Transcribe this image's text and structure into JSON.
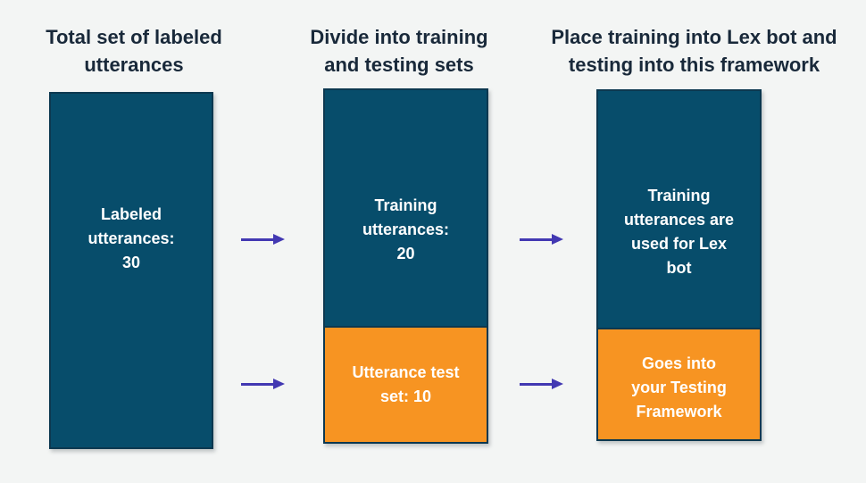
{
  "diagram": {
    "title_context": "Utterance train/test split flow for Lex bot testing framework",
    "columns": [
      {
        "header": "Total set of labeled\nutterances",
        "segments": [
          {
            "kind": "blue",
            "text": "Labeled\nutterances:\n30"
          }
        ]
      },
      {
        "header": "Divide into training\nand testing sets",
        "segments": [
          {
            "kind": "blue",
            "text": "Training\nutterances:\n20"
          },
          {
            "kind": "orange",
            "text": "Utterance test\nset: 10"
          }
        ]
      },
      {
        "header": "Place training into Lex bot and\ntesting into this framework",
        "segments": [
          {
            "kind": "blue",
            "text": "Training\nutterances are\nused for Lex\nbot"
          },
          {
            "kind": "orange",
            "text": "Goes into\nyour Testing\nFramework"
          }
        ]
      }
    ],
    "arrows": [
      {
        "name": "arrow-col1-to-col2-top",
        "direction": "right"
      },
      {
        "name": "arrow-col1-to-col2-bottom",
        "direction": "right"
      },
      {
        "name": "arrow-col2-to-col3-top",
        "direction": "right"
      },
      {
        "name": "arrow-col2-to-col3-bottom",
        "direction": "right"
      }
    ]
  },
  "colors": {
    "navy": "#074d6b",
    "navy_border": "#0c3850",
    "orange": "#f79422",
    "arrow": "#4238b2",
    "header_text": "#19293a",
    "bg": "#f3f5f4",
    "box_text": "#ffffff"
  }
}
